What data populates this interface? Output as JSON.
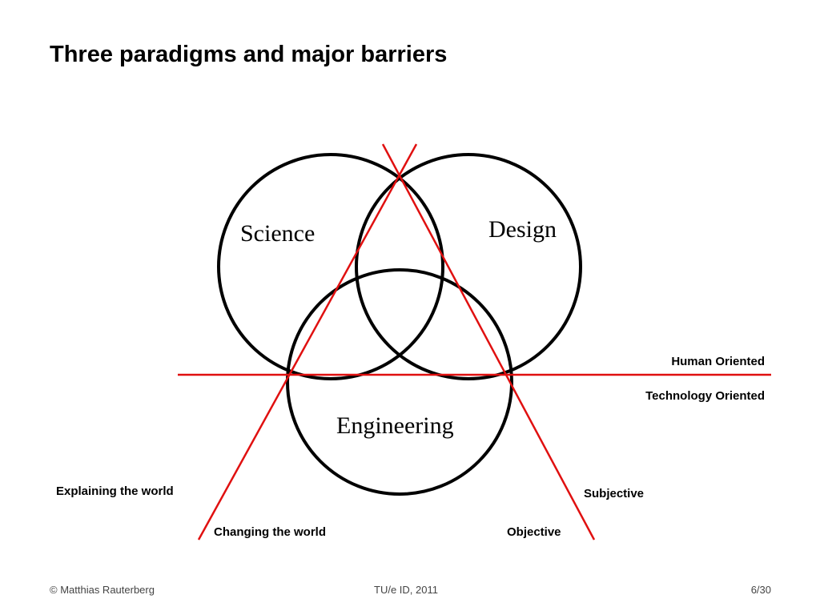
{
  "slide": {
    "title": "Three paradigms and major barriers"
  },
  "diagram": {
    "circles": {
      "science": "Science",
      "design": "Design",
      "engineering": "Engineering"
    },
    "barriers": {
      "human_oriented": "Human Oriented",
      "technology_oriented": "Technology Oriented",
      "explaining_the_world": "Explaining the world",
      "changing_the_world": "Changing the world",
      "subjective": "Subjective",
      "objective": "Objective"
    },
    "colors": {
      "circle_stroke": "#000000",
      "barrier_line": "#e01010"
    }
  },
  "footer": {
    "author": "© Matthias Rauterberg",
    "venue": "TU/e ID, 2011",
    "page": "6/30"
  }
}
